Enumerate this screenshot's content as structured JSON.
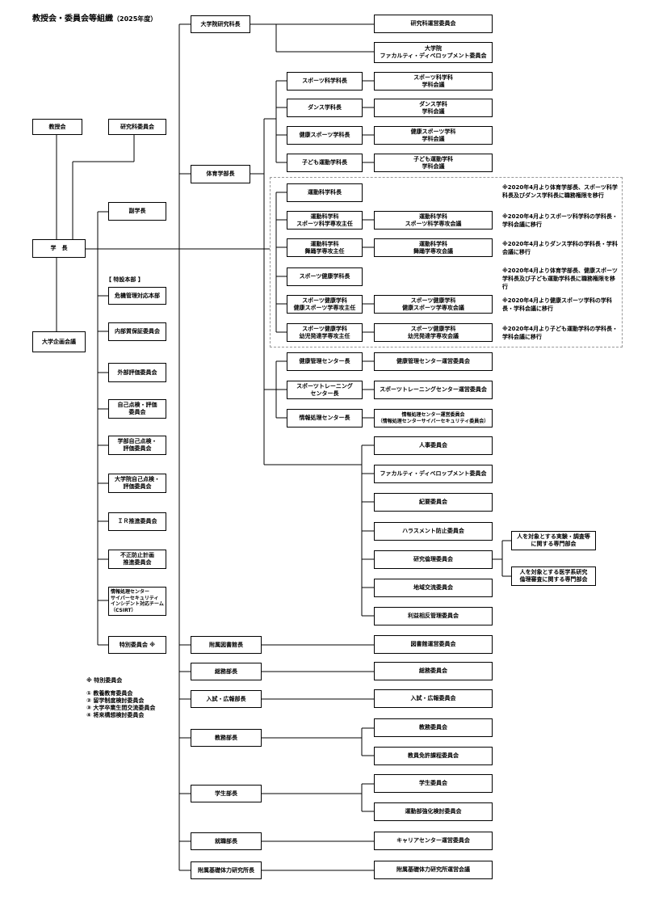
{
  "header": {
    "title": "教授会・委員会等組織",
    "year": "（2025年度）"
  },
  "left": {
    "faculty_meeting": "教授会",
    "graduate_committee": "研究科委員会",
    "president": "学　長",
    "planning_council": "大学企画会議",
    "vice_president": "副学長",
    "hq_label": "【 特設本部 】",
    "crisis_hq": "危機管理対応本部",
    "internal_qa": "内部質保証委員会",
    "external_eval": "外部評価委員会",
    "self_eval": "自己点検・評価\n委員会",
    "undergrad_self_eval": "学部自己点検・\n評価委員会",
    "grad_self_eval": "大学院自己点検・\n評価委員会",
    "ir": "ＩＲ推進委員会",
    "fraud_prevention": "不正防止計画\n推進委員会",
    "csirt": "情報処理センター\nサイバーセキュリティ\nインシデント対応チーム\n（CSIRT）",
    "special_committee": "特別委員会 ※",
    "special_note_title": "※ 特別委員会",
    "special_note_items": "① 教養教育委員会\n② 留学制度検討委員会\n③ 大学卒業生間交流委員会\n④ 将来構想検討委員会"
  },
  "graduate": {
    "dean": "大学院研究科長",
    "committee": "研究科運営委員会",
    "fd": "大学院\nファカルティ・ディベロップメント委員会"
  },
  "sports_faculty": {
    "dean": "体育学部長",
    "departments": [
      {
        "head": "スポーツ科学科長",
        "council": "スポーツ科学科\n学科会議"
      },
      {
        "head": "ダンス学科長",
        "council": "ダンス学科\n学科会議"
      },
      {
        "head": "健康スポーツ学科長",
        "council": "健康スポーツ学科\n学科会議"
      },
      {
        "head": "子ども運動学科長",
        "council": "子ども運動学科\n学科会議"
      }
    ],
    "legacy": [
      {
        "head": "運動科学科長",
        "council": "",
        "note": "※2020年4月より体育学部長、スポーツ科学科長及びダンス学科長に職務権限を移行"
      },
      {
        "head": "運動科学科\nスポーツ科学専攻主任",
        "council": "運動科学科\nスポーツ科学専攻会議",
        "note": "※2020年4月よりスポーツ科学科の学科長・学科会議に移行"
      },
      {
        "head": "運動科学科\n舞踊学専攻主任",
        "council": "運動科学科\n舞踊学専攻会議",
        "note": "※2020年4月よりダンス学科の学科長・学科会議に移行"
      },
      {
        "head": "スポーツ健康学科長",
        "council": "",
        "note": "※2020年4月より体育学部長、健康スポーツ学科長及び子ども運動学科長に職務権限を移行"
      },
      {
        "head": "スポーツ健康学科\n健康スポーツ学専攻主任",
        "council": "スポーツ健康学科\n健康スポーツ学専攻会議",
        "note": "※2020年4月より健康スポーツ学科の学科長・学科会議に移行"
      },
      {
        "head": "スポーツ健康学科\n幼児発達学専攻主任",
        "council": "スポーツ健康学科\n幼児発達学専攻会議",
        "note": "※2020年4月より子ども運動学科の学科長・学科会議に移行"
      }
    ],
    "centers": [
      {
        "head": "健康管理センター長",
        "committee": "健康管理センター運営委員会"
      },
      {
        "head": "スポーツトレーニング\nセンター長",
        "committee": "スポーツトレーニングセンター運営委員会"
      },
      {
        "head": "情報処理センター長",
        "committee": "情報処理センター運営委員会\n（情報処理センターサイバーセキュリティ委員会）"
      }
    ],
    "committees": [
      "人事委員会",
      "ファカルティ・ディベロップメント委員会",
      "紀要委員会",
      "ハラスメント防止委員会",
      "研究倫理委員会",
      "地域交流委員会",
      "利益相反管理委員会"
    ],
    "ethics_sub": [
      "人を対象とする実験・調査等\nに関する専門部会",
      "人を対象とする医学系研究\n倫理審査に関する専門部会"
    ]
  },
  "departments": [
    {
      "head": "附属図書館長",
      "committees": [
        "図書館運営委員会"
      ]
    },
    {
      "head": "総務部長",
      "committees": [
        "総務委員会"
      ]
    },
    {
      "head": "入試・広報部長",
      "committees": [
        "入試・広報委員会"
      ]
    },
    {
      "head": "教務部長",
      "committees": [
        "教務委員会",
        "教員免許課程委員会"
      ]
    },
    {
      "head": "学生部長",
      "committees": [
        "学生委員会",
        "運動部強化検討委員会"
      ]
    },
    {
      "head": "就職部長",
      "committees": [
        "キャリアセンター運営委員会"
      ]
    },
    {
      "head": "附属基礎体力研究所長",
      "committees": [
        "附属基礎体力研究所運営会議"
      ]
    }
  ]
}
